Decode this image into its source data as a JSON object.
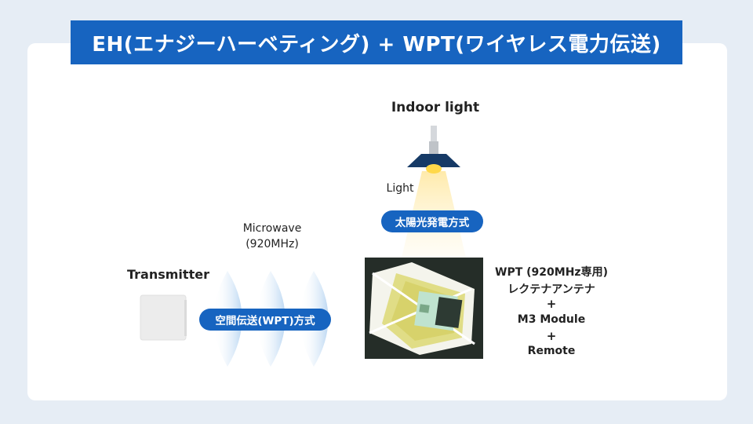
{
  "title": "EH(エナジーハーベティング) + WPT(ワイヤレス電力伝送)",
  "lamp": {
    "label": "Indoor light",
    "light_label": "Light",
    "method_badge": "太陽光発電方式"
  },
  "transmitter": {
    "label": "Transmitter"
  },
  "microwave": {
    "label_line1": "Microwave",
    "label_line2": "(920MHz)",
    "method_badge": "空間伝送(WPT)方式"
  },
  "device": {
    "line1": "WPT (920MHz専用)",
    "line2": "レクテナアンテナ",
    "plus1": "+",
    "line3": "M3 Module",
    "plus2": "+",
    "line4": "Remote"
  },
  "colors": {
    "accent": "#1764c0",
    "background": "#e6edf5",
    "card": "#ffffff",
    "lamp_shade": "#163a66",
    "bulb": "#ffd84a"
  }
}
